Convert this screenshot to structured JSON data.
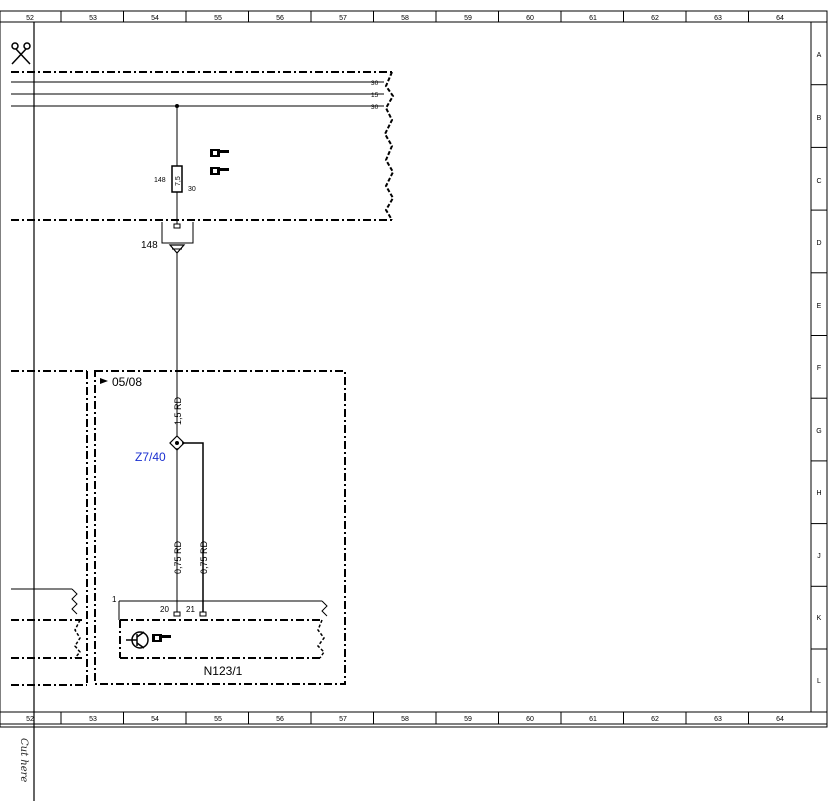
{
  "columns": [
    "52",
    "53",
    "54",
    "55",
    "56",
    "57",
    "58",
    "59",
    "60",
    "61",
    "62",
    "63",
    "64"
  ],
  "rows": [
    "A",
    "B",
    "C",
    "D",
    "E",
    "F",
    "G",
    "H",
    "J",
    "K",
    "L"
  ],
  "bus_lines": [
    "30",
    "15",
    "30"
  ],
  "fuse": {
    "rating": "7,5",
    "left_label": "148",
    "right_label": "30"
  },
  "ground_label": "148",
  "page_reference": "05/08",
  "splice": {
    "label": "Z7/40",
    "color": "#1a2fd0"
  },
  "wires": [
    "1,5 RD",
    "0,75 RD",
    "0,75 RD"
  ],
  "module": {
    "name": "N123/1",
    "pin_group": "1",
    "pin_a": "20",
    "pin_b": "21"
  },
  "cut_text": "Cut here",
  "icons": [
    "scissors-icon",
    "hand-pointer-icon",
    "transistor-symbol-icon"
  ]
}
